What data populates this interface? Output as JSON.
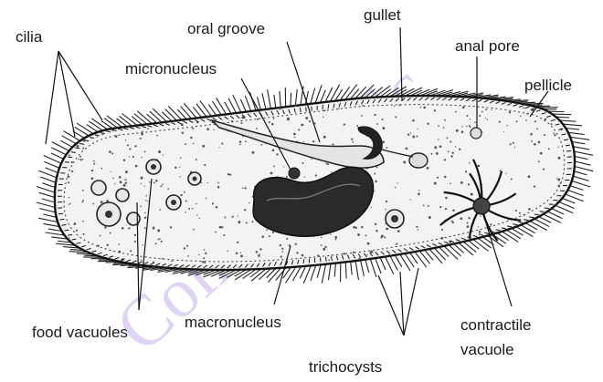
{
  "watermark": "College of Sc",
  "labels": {
    "cilia": "cilia",
    "oral_groove": "oral groove",
    "gullet": "gullet",
    "anal_pore": "anal pore",
    "pellicle": "pellicle",
    "micronucleus": "micronucleus",
    "food_vacuoles": "food vacuoles",
    "macronucleus": "macronucleus",
    "contractile_line1": "contractile",
    "contractile_line2": "vacuole",
    "trichocysts": "trichocysts"
  }
}
